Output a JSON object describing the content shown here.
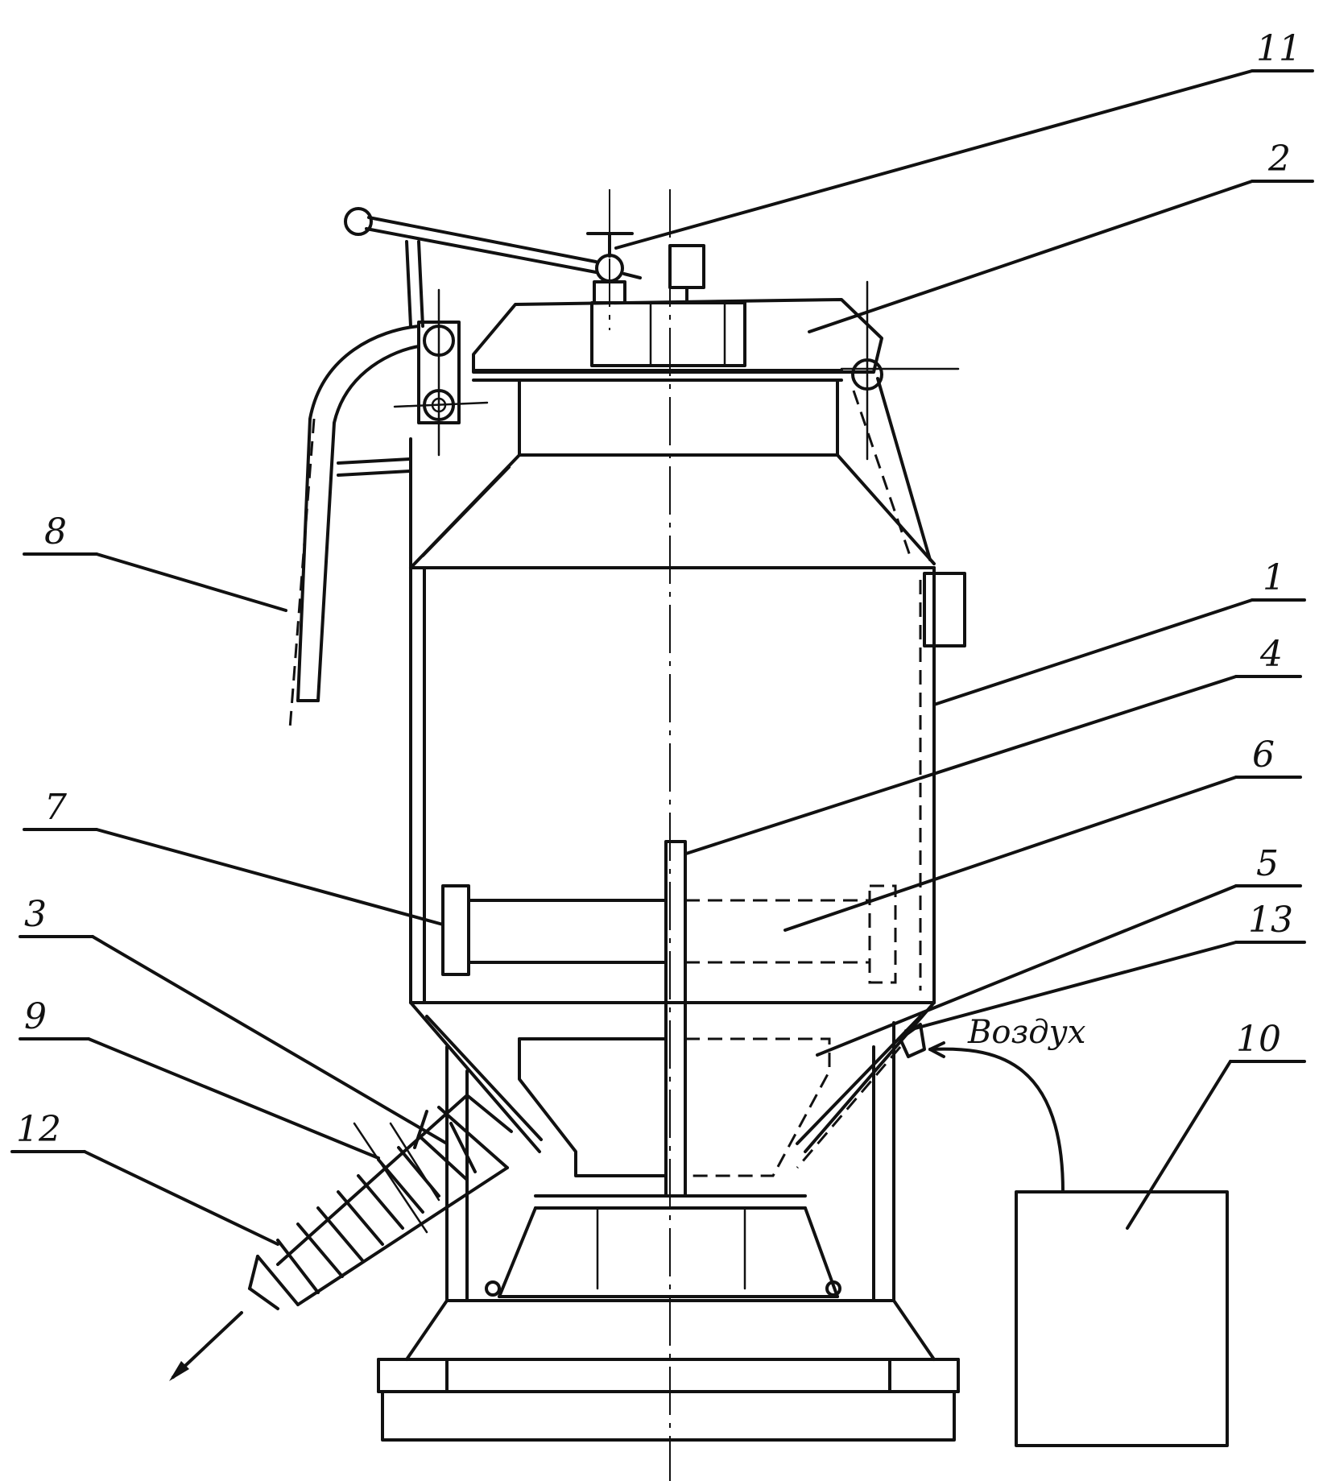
{
  "labels": {
    "l1": "1",
    "l2": "2",
    "l3": "3",
    "l4": "4",
    "l5": "5",
    "l6": "6",
    "l7": "7",
    "l8": "8",
    "l9": "9",
    "l10": "10",
    "l11": "11",
    "l12": "12",
    "l13": "13"
  },
  "annotations": {
    "air": "Воздух"
  }
}
